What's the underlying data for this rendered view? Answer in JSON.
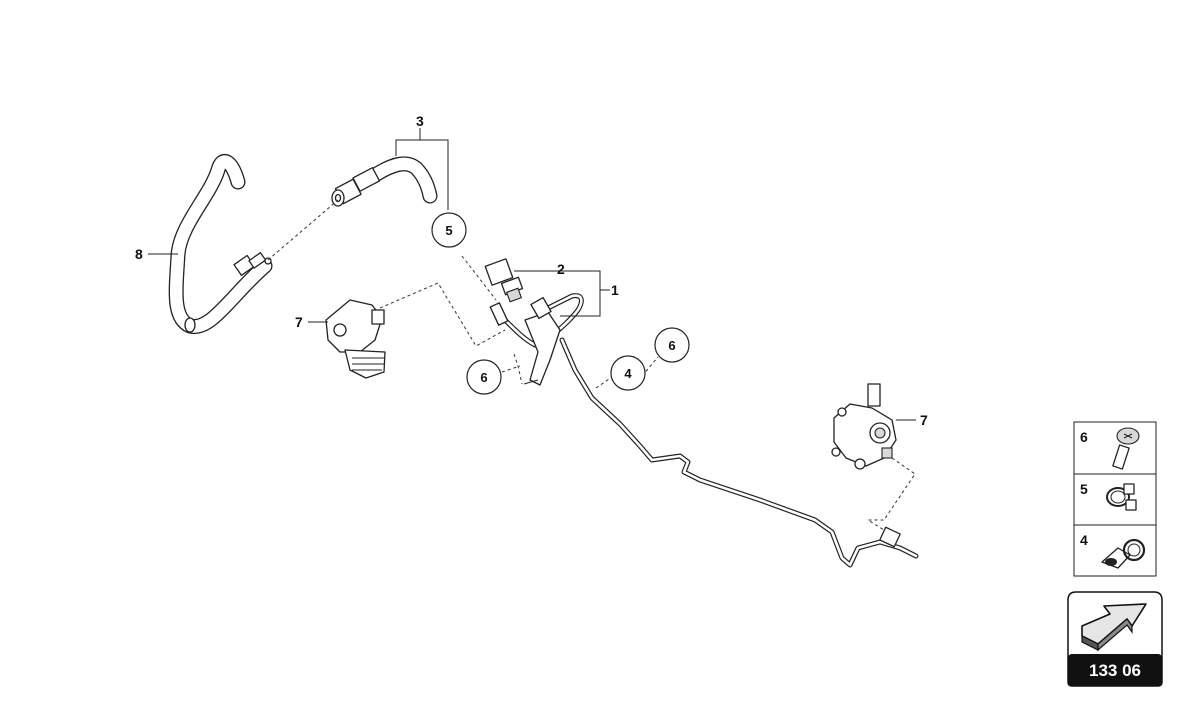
{
  "diagram": {
    "labels": {
      "item_1": "1",
      "item_2": "2",
      "item_3": "3",
      "item_7_left": "7",
      "item_7_right": "7",
      "item_8": "8"
    },
    "callouts": {
      "circle_5": "5",
      "circle_6_left": "6",
      "circle_4": "4",
      "circle_6_right": "6"
    }
  },
  "legend": {
    "items": [
      {
        "number": "6",
        "icon": "screw-icon"
      },
      {
        "number": "5",
        "icon": "hose-clamp-icon"
      },
      {
        "number": "4",
        "icon": "p-clip-icon"
      }
    ]
  },
  "reference": {
    "code": "133 06",
    "icon": "arrow-icon"
  }
}
